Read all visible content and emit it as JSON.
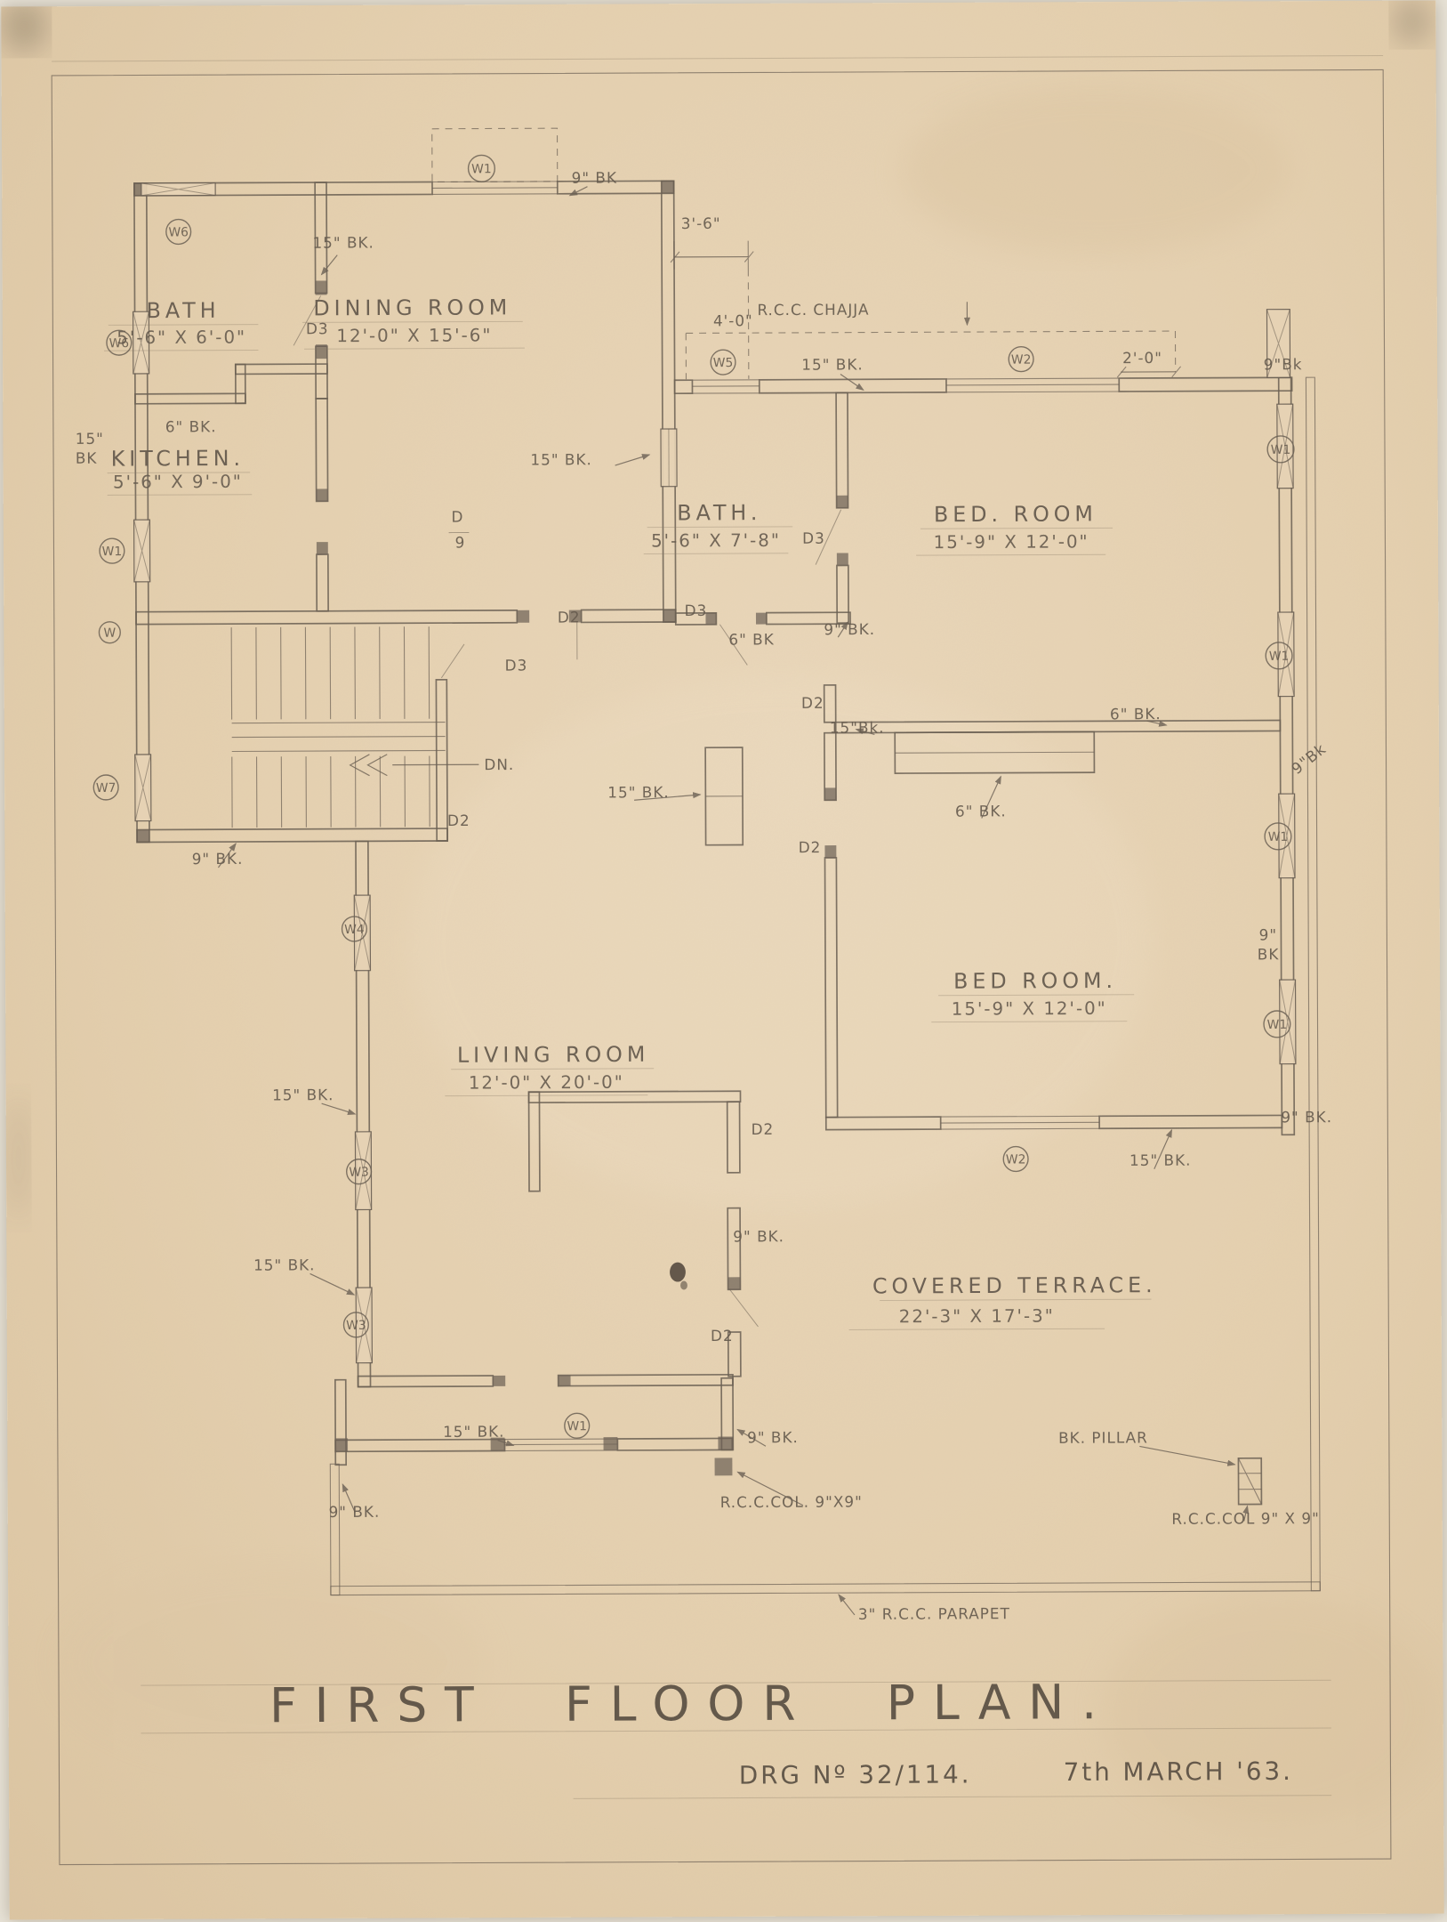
{
  "colors": {
    "paper": "#e7d3b5",
    "pencil": "#6b6054"
  },
  "title_block": {
    "title": "FIRST FLOOR PLAN.",
    "drg_no": "DRG Nº 32/114.",
    "date": "7th MARCH '63."
  },
  "rooms": [
    {
      "name": "BATH",
      "dims": "5'-6\" X 6'-0\""
    },
    {
      "name": "DINING ROOM",
      "dims": "12'-0\" X 15'-6\""
    },
    {
      "name": "KITCHEN.",
      "dims": "5'-6\" X 9'-0\""
    },
    {
      "name": "BATH.",
      "dims": "5'-6\" X 7'-8\""
    },
    {
      "name": "BED. ROOM",
      "dims": "15'-9\" X 12'-0\""
    },
    {
      "name": "BED ROOM.",
      "dims": "15'-9\" X 12'-0\""
    },
    {
      "name": "LIVING ROOM",
      "dims": "12'-0\" X 20'-0\""
    },
    {
      "name": "COVERED TERRACE.",
      "dims": "22'-3\" X 17'-3\""
    }
  ],
  "win": [
    "W1",
    "W6",
    "W6",
    "W5",
    "W2",
    "W1",
    "W1",
    "W",
    "W1",
    "W7",
    "W1",
    "W4",
    "W1",
    "W3",
    "W2",
    "W3",
    "W1"
  ],
  "ann": [
    "9\" BK",
    "15\" BK.",
    "3'-6\"",
    "D3",
    "4'-0\"",
    "R.C.C. CHAJJA",
    "15\" BK.",
    "2'-0\"",
    "9\"Bk",
    "6\" BK.",
    "15\"",
    "BK",
    "15\" BK.",
    "D3",
    "D",
    "9",
    "D2",
    "D3",
    "6\" BK",
    "9\" BK.",
    "D3",
    "D2",
    "15\"Bk.",
    "6\" BK.",
    "9\"Bk",
    "15\" BK.",
    "6\" BK.",
    "DN.",
    "D2",
    "9\" BK.",
    "D2",
    "9\"",
    "BK",
    "15\" BK.",
    "D2",
    "15\" BK.",
    "9\" BK.",
    "15\" BK.",
    "9\" BK.",
    "D2",
    "15\" BK.",
    "9\" BK.",
    "9\" BK.",
    "R.C.C.COL. 9\"X9\"",
    "BK. PILLAR",
    "R.C.C.COL 9\" X 9\"",
    "3\" R.C.C. PARAPET"
  ]
}
